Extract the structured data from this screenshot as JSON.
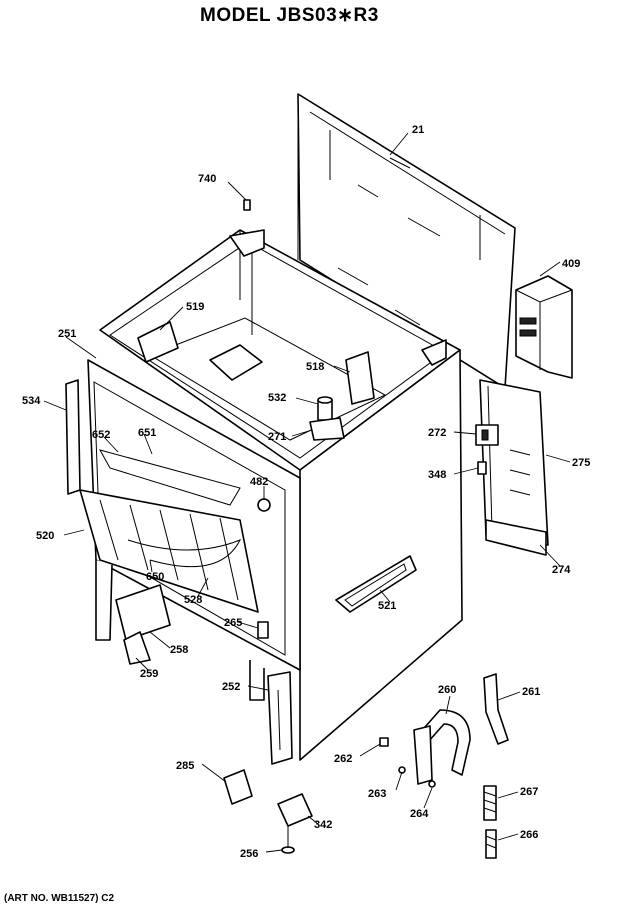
{
  "title": "MODEL JBS03∗R3",
  "art_no": "(ART NO. WB11527) C2",
  "labels": {
    "p21": "21",
    "p740": "740",
    "p409": "409",
    "p519": "519",
    "p251": "251",
    "p518": "518",
    "p534": "534",
    "p532": "532",
    "p272": "272",
    "p652": "652",
    "p651": "651",
    "p271": "271",
    "p275": "275",
    "p348": "348",
    "p482": "482",
    "p520": "520",
    "p274": "274",
    "p650": "650",
    "p528": "528",
    "p521": "521",
    "p265a": "265",
    "p258": "258",
    "p259": "259",
    "p252": "252",
    "p260": "260",
    "p261": "261",
    "p262": "262",
    "p285": "285",
    "p263": "263",
    "p267": "267",
    "p264": "264",
    "p342": "342",
    "p266": "266",
    "p256": "256"
  }
}
